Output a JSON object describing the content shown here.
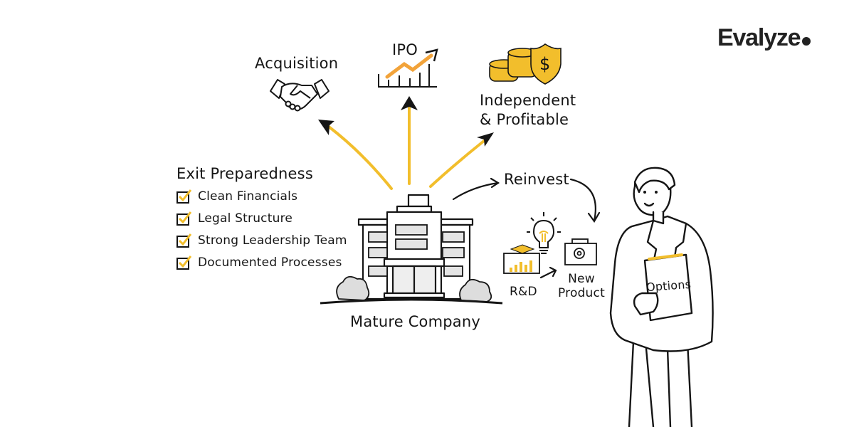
{
  "brand": {
    "logo": "Evalyze",
    "accent_color": "#F2BE2C",
    "ink_color": "#151515"
  },
  "outcomes": [
    {
      "label": "Acquisition",
      "icon": "handshake-icon"
    },
    {
      "label": "IPO",
      "icon": "rising-chart-icon"
    },
    {
      "label": "Independent",
      "label_line2": "& Profitable",
      "icon": "coins-shield-icon"
    }
  ],
  "checklist": {
    "title": "Exit Preparedness",
    "items": [
      {
        "label": "Clean Financials",
        "checked": true
      },
      {
        "label": "Legal Structure",
        "checked": true
      },
      {
        "label": "Strong Leadership Team",
        "checked": true
      },
      {
        "label": "Documented Processes",
        "checked": true
      }
    ]
  },
  "center": {
    "label": "Mature Company",
    "icon": "office-building-icon"
  },
  "reinvest": {
    "label": "Reinvest",
    "items": [
      {
        "label": "R&D",
        "icon": "research-chart-icon"
      },
      {
        "label": "New",
        "label_line2": "Product",
        "icon": "product-box-icon"
      }
    ],
    "idea_icon": "lightbulb-icon"
  },
  "person": {
    "folder_label": "Options",
    "icon": "businessman-icon"
  }
}
